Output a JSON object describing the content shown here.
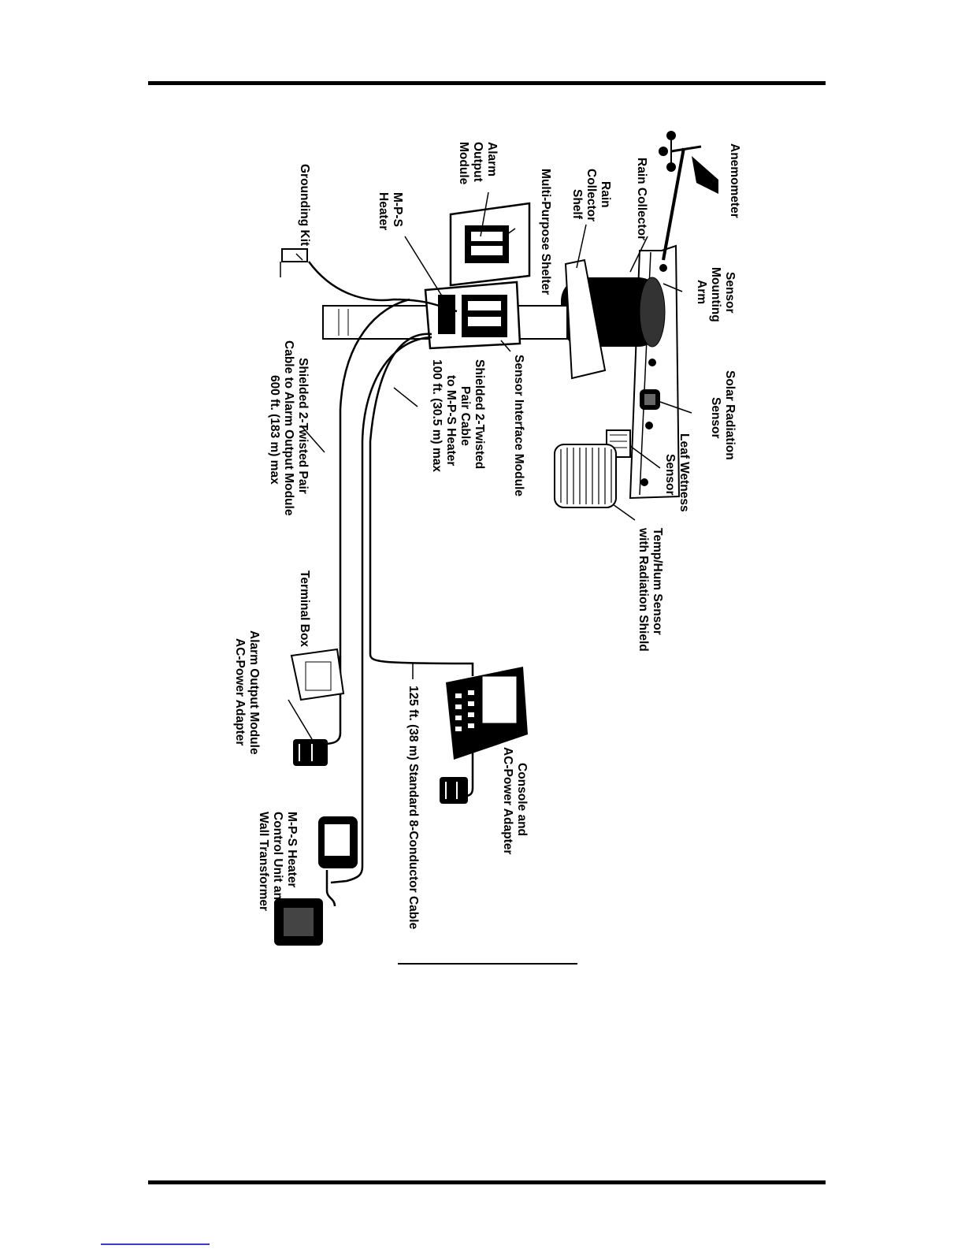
{
  "labels": {
    "anemometer": [
      "Anemometer"
    ],
    "rain_collector": [
      "Rain Collector"
    ],
    "rain_collector_shelf": [
      "Rain",
      "Collector",
      "Shelf"
    ],
    "multi_purpose_shelter": [
      "Multi-Purpose Shelter"
    ],
    "alarm_output_module": [
      "Alarm",
      "Output",
      "Module"
    ],
    "sensor_mounting_arm": [
      "Sensor",
      "Mounting",
      "Arm"
    ],
    "grounding_kit": [
      "Grounding Kit"
    ],
    "mps_heater": [
      "M-P-S",
      "Heater"
    ],
    "sensor_interface_module": [
      "Sensor Interface Module"
    ],
    "solar_radiation_sensor": [
      "Solar Radiation",
      "Sensor"
    ],
    "leaf_wetness_sensor": [
      "Leaf Wetness",
      "Sensor"
    ],
    "temp_hum_sensor": [
      "Temp/Hum Sensor",
      "with Radiation Shield"
    ],
    "cable_100": [
      "Shielded 2-Twisted",
      "Pair Cable",
      "to M-P-S Heater",
      "100 ft. (30.5 m) max"
    ],
    "cable_600": [
      "Shielded 2-Twisted Pair",
      "Cable to Alarm Output Module",
      "600 ft. (183 m) max"
    ],
    "terminal_box": [
      "Terminal Box"
    ],
    "alarm_adapter": [
      "Alarm Output Module",
      "AC-Power Adapter"
    ],
    "standard_cable": [
      "125 ft. (38 m) Standard 8-Conductor Cable"
    ],
    "console": [
      "Console and",
      "AC-Power Adapter"
    ],
    "mps_control": [
      "M-P-S Heater",
      "Control Unit and",
      "Wall Transformer"
    ]
  },
  "colors": {
    "ink": "#000000",
    "paper": "#ffffff",
    "link": "#3a3acc"
  }
}
